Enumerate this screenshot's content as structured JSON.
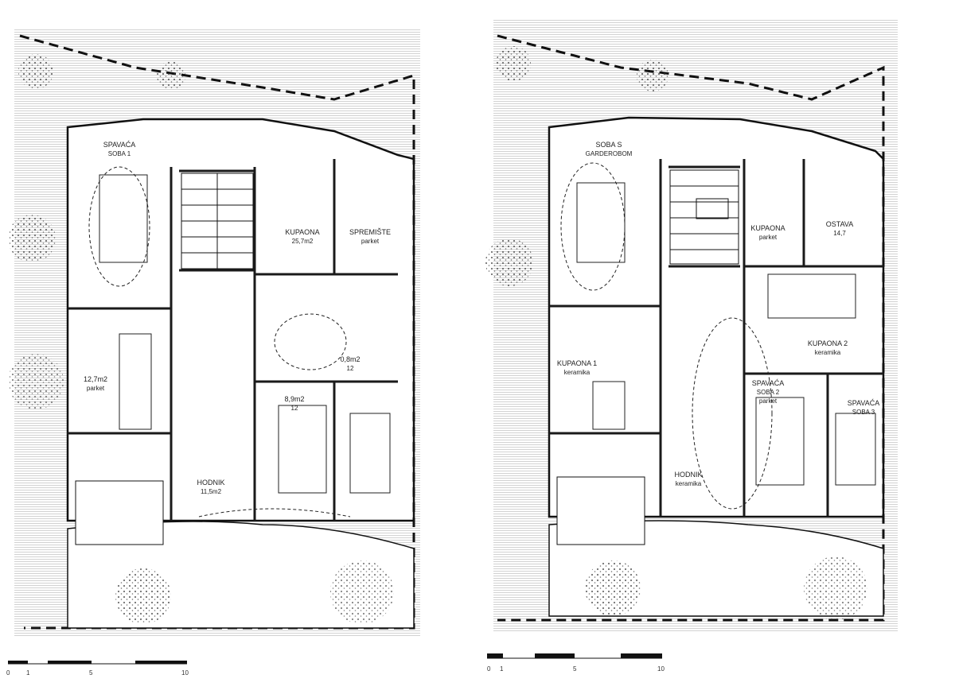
{
  "plans": [
    {
      "id": "plan-left",
      "rooms": [
        {
          "name": "room-spavaca-1",
          "lines": [
            "SPAVAĆA",
            "SOBA 1"
          ]
        },
        {
          "name": "room-kupaona",
          "lines": [
            "KUPAONA",
            "25,7m2"
          ]
        },
        {
          "name": "room-spremiste",
          "lines": [
            "SPREMIŠTE",
            "parket"
          ]
        },
        {
          "name": "room-dnevni",
          "lines": [
            "12,7m2",
            "parket"
          ]
        },
        {
          "name": "room-kuhinja",
          "lines": [
            "8,9m2",
            "12"
          ]
        },
        {
          "name": "room-hodnik",
          "lines": [
            "HODNIK",
            "11,5m2"
          ]
        },
        {
          "name": "room-wc",
          "lines": [
            "0,8m2",
            "12"
          ]
        }
      ],
      "scale": {
        "ticks": [
          "0",
          "1",
          "5",
          "10"
        ]
      }
    },
    {
      "id": "plan-right",
      "rooms": [
        {
          "name": "room-soba-s-garderobom",
          "lines": [
            "SOBA S",
            "GARDEROBOM"
          ]
        },
        {
          "name": "room-kupaona-r",
          "lines": [
            "KUPAONA",
            "parket"
          ]
        },
        {
          "name": "room-ostava",
          "lines": [
            "OSTAVA",
            "14,7"
          ]
        },
        {
          "name": "room-kupaona-1",
          "lines": [
            "KUPAONA 1",
            "keramika"
          ]
        },
        {
          "name": "room-kupaona-2",
          "lines": [
            "KUPAONA 2",
            "keramika"
          ]
        },
        {
          "name": "room-spavaca-2",
          "lines": [
            "SPAVAĆA",
            "SOBA 2",
            "parket"
          ]
        },
        {
          "name": "room-spavaca-3",
          "lines": [
            "SPAVAĆA",
            "SOBA 3"
          ]
        },
        {
          "name": "room-hodnik-r",
          "lines": [
            "HODNIK",
            "keramika"
          ]
        }
      ],
      "scale": {
        "ticks": [
          "0",
          "1",
          "5",
          "10"
        ]
      }
    }
  ],
  "colors": {
    "line": "#111111",
    "hatch": "#555555",
    "wall": "#1a1a1a",
    "bg": "#ffffff"
  }
}
